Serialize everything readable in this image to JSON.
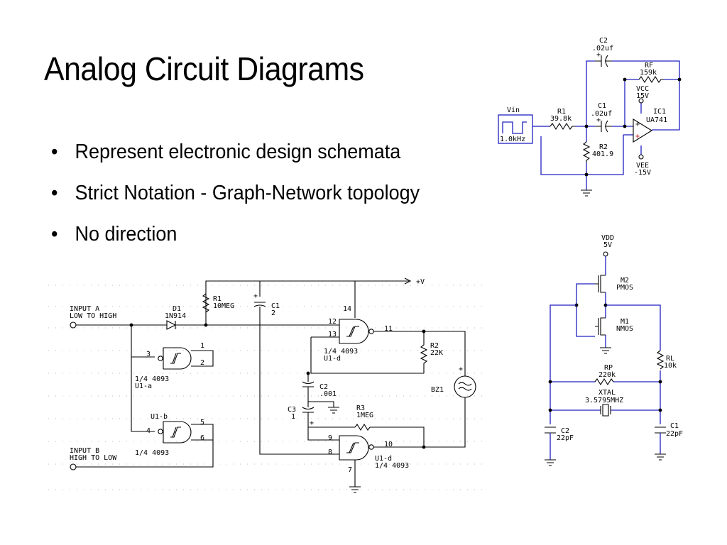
{
  "slide": {
    "title": "Analog Circuit Diagrams",
    "bullets": [
      "Represent electronic design schemata",
      "Strict Notation - Graph-Network topology",
      "No direction"
    ],
    "bullet_symbol": "•"
  },
  "circuit1": {
    "vin": "Vin",
    "vin_freq": "1.0kHz",
    "r1_name": "R1",
    "r1_val": "39.8k",
    "c2_name": "C2",
    "c2_val": ".02uf",
    "rf_name": "RF",
    "rf_val": "159k",
    "c1_name": "C1",
    "c1_val": ".02uf",
    "r2_name": "R2",
    "r2_val": "401.9",
    "vcc_name": "VCC",
    "vcc_val": "15V",
    "ic_name": "IC1",
    "ic_val": "UA741",
    "vee_name": "VEE",
    "vee_val": "-15V",
    "plus": "+"
  },
  "circuit2": {
    "input_a_1": "INPUT A",
    "input_a_2": "LOW TO HIGH",
    "d1_name": "D1",
    "d1_val": "1N914",
    "r1_name": "R1",
    "r1_val": "10MEG",
    "c1_name": "C1",
    "c1_val": "2",
    "vplus": "+V",
    "pin14": "14",
    "pin12": "12",
    "pin13": "13",
    "pin11": "11",
    "pin3": "3",
    "pin1": "1",
    "pin2": "2",
    "ua_1": "1/4  4093",
    "ua_2": "U1-a",
    "ub_name": "U1-b",
    "pin4": "4",
    "pin5": "5",
    "pin6": "6",
    "ub_val": "1/4 4093",
    "ud_top_1": "1/4 4093",
    "ud_top_2": "U1-d",
    "r2_name": "R2",
    "r2_val": "22K",
    "c2_name": "C2",
    "c2_val": ".001",
    "c3_name": "C3",
    "c3_val": "1",
    "r3_name": "R3",
    "r3_val": "1MEG",
    "bz_name": "BZ1",
    "pin9": "9",
    "pin8": "8",
    "pin10": "10",
    "pin7": "7",
    "ud_bot_1": "U1-d",
    "ud_bot_2": "1/4 4093",
    "input_b_1": "INPUT B",
    "input_b_2": "HIGH TO LOW",
    "plus": "+"
  },
  "circuit3": {
    "vdd_name": "VDD",
    "vdd_val": "5V",
    "m2_name": "M2",
    "m2_val": "PMOS",
    "m1_name": "M1",
    "m1_val": "NMOS",
    "rl_name": "RL",
    "rl_val": "10k",
    "rp_name": "RP",
    "rp_val": "220k",
    "xtal_name": "XTAL",
    "xtal_val": "3.5795MHZ",
    "c2_name": "C2",
    "c2_val": "22pF",
    "c1_name": "C1",
    "c1_val": "22pF"
  },
  "colors": {
    "wire": "#2020c0",
    "component": "#000000",
    "polarity": "#c00000",
    "background": "#ffffff"
  }
}
